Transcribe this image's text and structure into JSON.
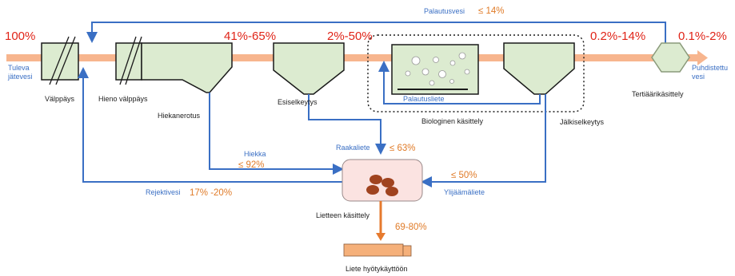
{
  "colors": {
    "flow": "#f7b58e",
    "water_flow": "#3a6fc4",
    "sludge_flow": "#e67a2e",
    "tank_fill": "#dcebd0",
    "tank_stroke": "#1a1a1a",
    "percent_red": "#e02418",
    "percent_orange": "#e07b28",
    "label_blue": "#3a6fc4",
    "sludge_box": "#fbe3e1",
    "sludge_balls": "#a0431f"
  },
  "percentages": {
    "inlet": "100%",
    "after_grit": "41%-65%",
    "after_primary": "2%-50%",
    "after_secondary": "0.2%-14%",
    "outlet": "0.1%-2%"
  },
  "labels": {
    "inlet": [
      "Tuleva",
      "jätevesi"
    ],
    "screening": "Välppäys",
    "fine_screening": "Hieno välppäys",
    "grit_removal": "Hiekanerotus",
    "primary_settling": "Esiselkeytys",
    "biological": "Biologinen käsittely",
    "return_sludge": "Palautusliete",
    "secondary_settling": "Jälkiselkeytys",
    "tertiary": "Tertiäärikäsittely",
    "outlet": [
      "Puhdistettu",
      "vesi"
    ],
    "return_water": "Palautusvesi",
    "return_water_value": "≤ 14%",
    "grit": "Hiekka",
    "grit_value": "≤ 92%",
    "raw_sludge": "Raakaliete",
    "raw_sludge_value": "≤ 63%",
    "excess_sludge": "Ylijäämäliete",
    "excess_sludge_value": "≤ 50%",
    "reject_water": "Rejektivesi",
    "reject_water_value": "17% -20%",
    "sludge_treatment": "Lietteen käsittely",
    "sludge_treatment_value": "69-80%",
    "sludge_reuse": "Liete hyötykäyttöön"
  }
}
